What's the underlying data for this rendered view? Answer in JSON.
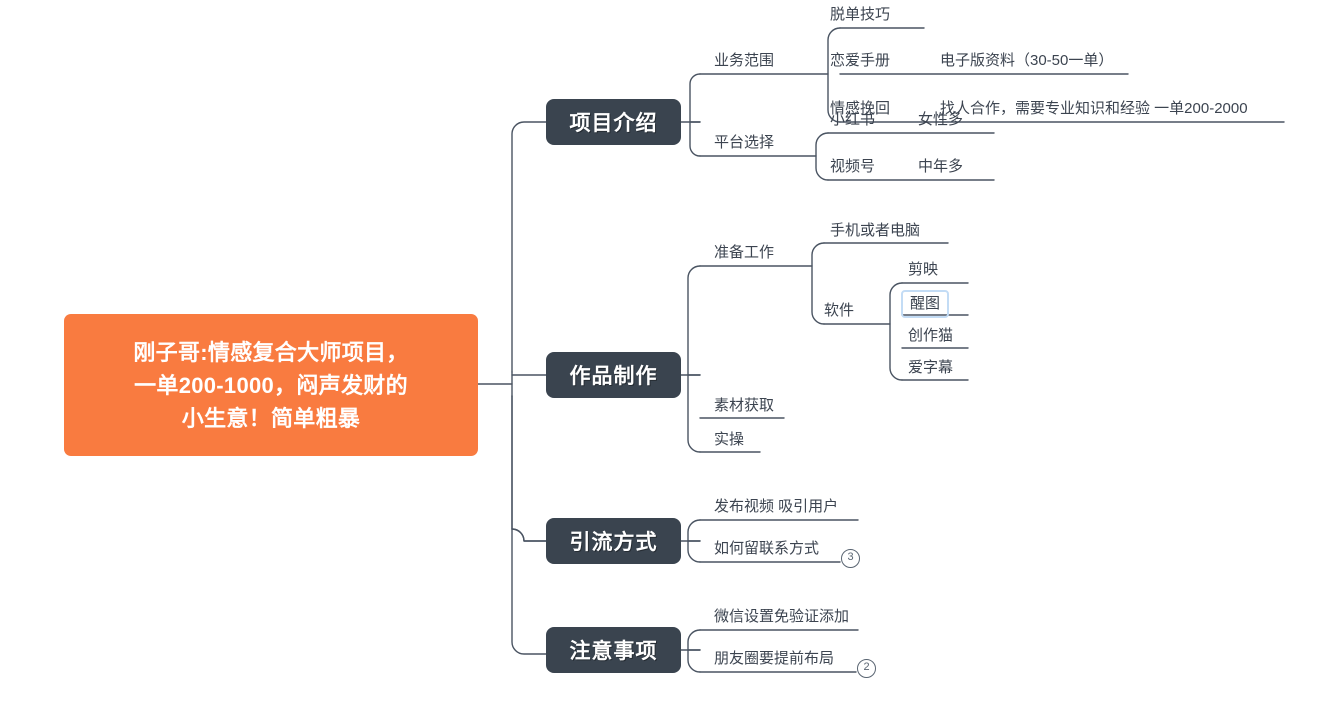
{
  "document": {
    "type": "mindmap",
    "background": "#ffffff",
    "colors": {
      "root_fill": "#F97B40",
      "root_text": "#ffffff",
      "branch_fill": "#3A444F",
      "branch_text": "#ffffff",
      "line": "#4a5462",
      "leaf_text": "#3c4450",
      "selection_border": "#C3DCF5"
    }
  },
  "root": {
    "label": "刚子哥:情感复合大师项目，一单200-1000，闷声发财的小生意！简单粗暴",
    "line1": "刚子哥:情感复合大师项目，",
    "line2": "一单200-1000，闷声发财的",
    "line3": "小生意！简单粗暴"
  },
  "branches": [
    {
      "label": "项目介绍",
      "children": [
        {
          "label": "业务范围",
          "children": [
            {
              "label": "脱单技巧",
              "detail": ""
            },
            {
              "label": "恋爱手册",
              "detail": "电子版资料（30-50一单）"
            },
            {
              "label": "情感挽回",
              "detail": "找人合作，需要专业知识和经验 一单200-2000"
            }
          ]
        },
        {
          "label": "平台选择",
          "children": [
            {
              "label": "小红书",
              "detail": "女性多"
            },
            {
              "label": "视频号",
              "detail": "中年多"
            }
          ]
        }
      ]
    },
    {
      "label": "作品制作",
      "children": [
        {
          "label": "准备工作",
          "children": [
            {
              "label": "手机或者电脑",
              "detail": ""
            },
            {
              "label": "软件",
              "detail": "",
              "children": [
                {
                  "label": "剪映",
                  "selected": false
                },
                {
                  "label": "醒图",
                  "selected": true
                },
                {
                  "label": "创作猫",
                  "selected": false
                },
                {
                  "label": "爱字幕",
                  "selected": false
                }
              ]
            }
          ]
        },
        {
          "label": "素材获取",
          "children": []
        },
        {
          "label": "实操",
          "children": []
        }
      ]
    },
    {
      "label": "引流方式",
      "children": [
        {
          "label": "发布视频 吸引用户",
          "children": []
        },
        {
          "label": "如何留联系方式",
          "children": [],
          "badge": "3"
        }
      ]
    },
    {
      "label": "注意事项",
      "children": [
        {
          "label": "微信设置免验证添加",
          "children": []
        },
        {
          "label": "朋友圈要提前布局",
          "children": [],
          "badge": "2"
        }
      ]
    }
  ],
  "badges": {
    "liuliang": "3",
    "zhuyi": "2"
  }
}
